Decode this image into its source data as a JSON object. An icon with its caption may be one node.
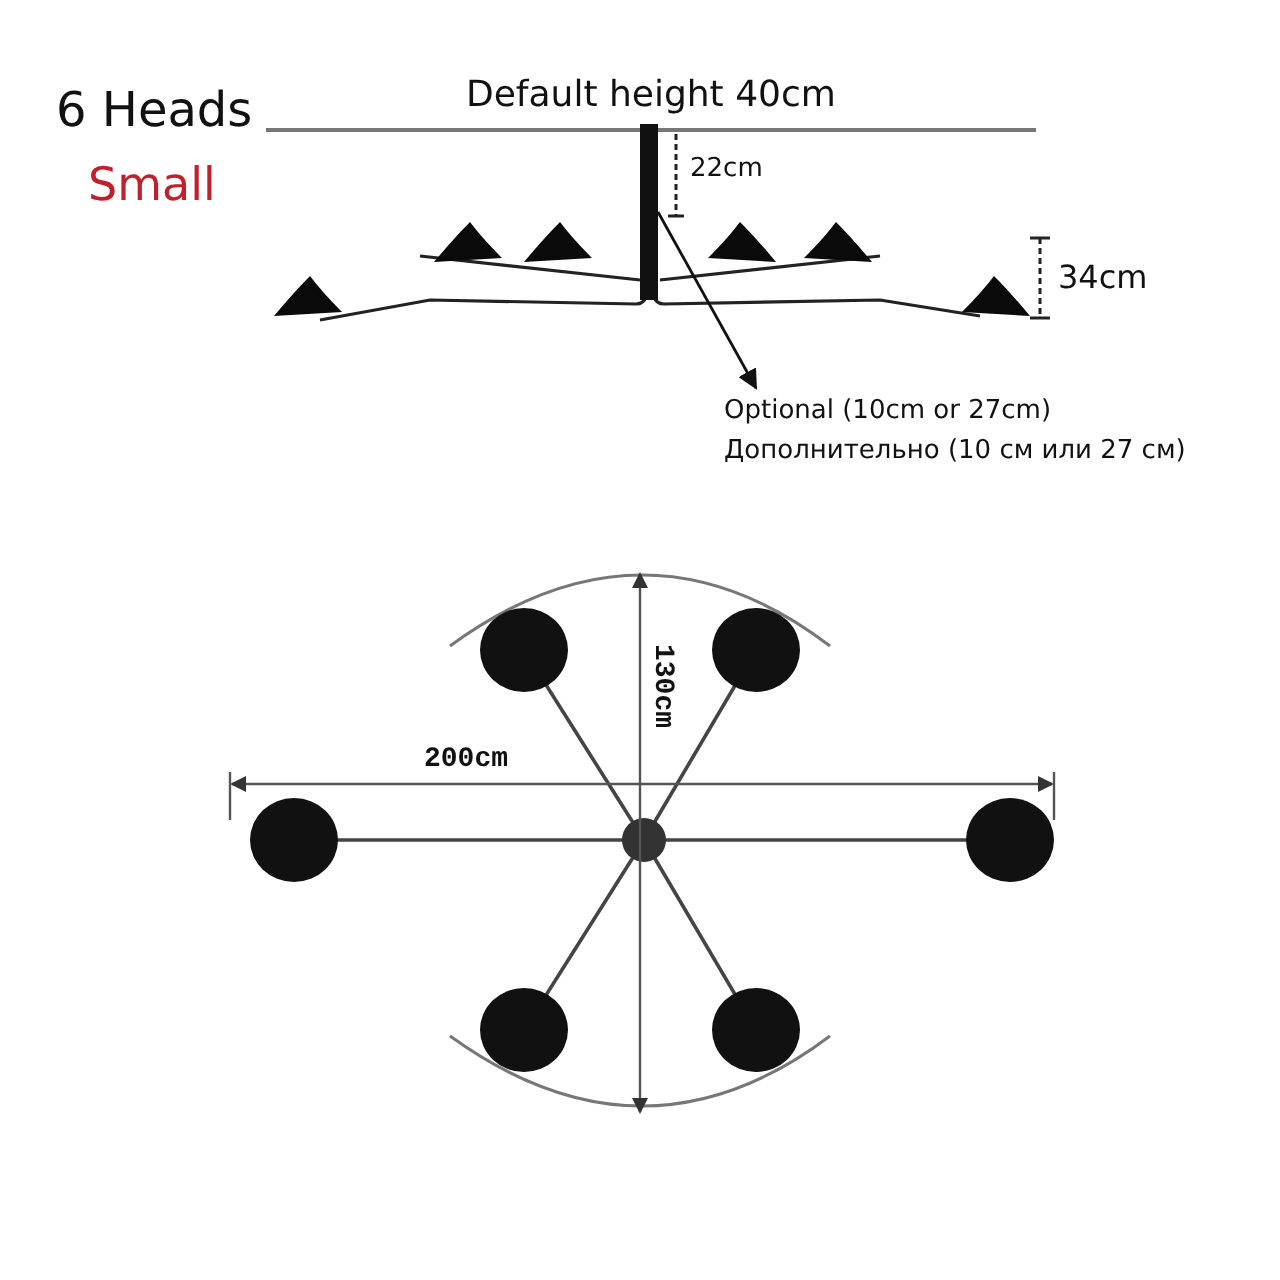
{
  "diagram": {
    "nodes": [
      {
        "text": [
          "Optional (10cm or 27cm)",
          "Дополнительно (10 см или 27 см)"
        ]
      },
      {
        "text": [],
        "shape": "bar"
      }
    ],
    "edges": [
      {
        "from": 1,
        "to": 0,
        "arrow": "to"
      }
    ],
    "labels": [
      "6 Heads",
      "Small",
      "Default height 40cm",
      "22cm",
      "34cm",
      "200cm",
      "130cm"
    ]
  }
}
